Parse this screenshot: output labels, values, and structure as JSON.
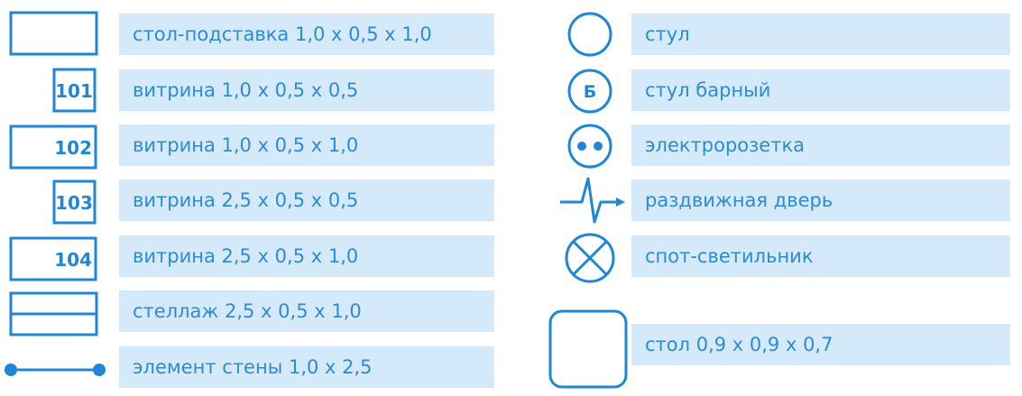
{
  "legend": {
    "left": [
      {
        "label": "стол-подставка 1,0 х 0,5 х 1,0"
      },
      {
        "label": "витрина 1,0 х 0,5 х 0,5",
        "code": "101"
      },
      {
        "label": "витрина 1,0 х 0,5 х 1,0",
        "code": "102"
      },
      {
        "label": "витрина 2,5 х 0,5 х 0,5",
        "code": "103"
      },
      {
        "label": "витрина 2,5 х 0,5 х 1,0",
        "code": "104"
      },
      {
        "label": "стеллаж 2,5 х 0,5 х 1,0"
      },
      {
        "label": "элемент стены 1,0 х 2,5"
      }
    ],
    "right": [
      {
        "label": "стул"
      },
      {
        "label": "стул барный",
        "code": "Б"
      },
      {
        "label": "электророзетка"
      },
      {
        "label": "раздвижная дверь"
      },
      {
        "label": "спот-светильник"
      },
      {
        "label": "стол 0,9 х 0,9 х 0,7"
      }
    ]
  },
  "colors": {
    "stroke": "#1f87d6",
    "label_bg": "#d4e9f9",
    "label_text": "#2e8bd6"
  }
}
